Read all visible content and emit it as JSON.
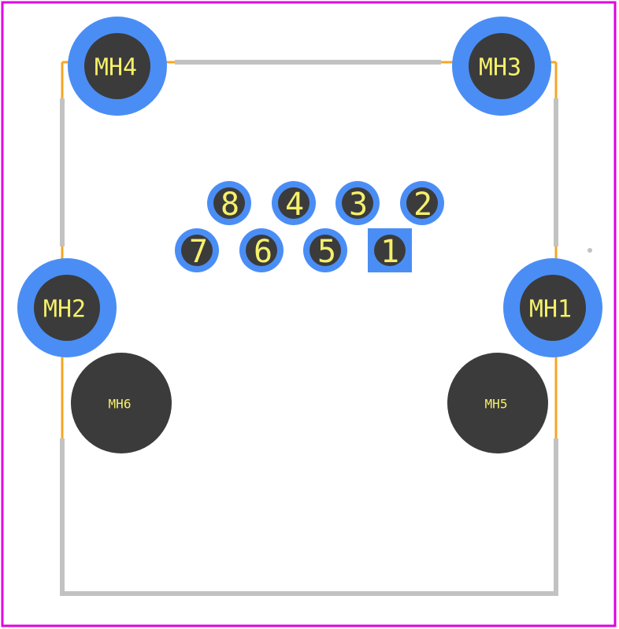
{
  "colors": {
    "background": "#ffffff",
    "board_outline": "#e000e0",
    "silkscreen": "#c2c2c2",
    "courtyard": "#f5a623",
    "pad_copper": "#4a8ef5",
    "drill_hole": "#3b3b3b",
    "label_text": "#f5f06a"
  },
  "mounting_holes": [
    {
      "id": "MH4",
      "label": "MH4",
      "kind": "plated"
    },
    {
      "id": "MH3",
      "label": "MH3",
      "kind": "plated"
    },
    {
      "id": "MH2",
      "label": "MH2",
      "kind": "plated"
    },
    {
      "id": "MH1",
      "label": "MH1",
      "kind": "plated"
    },
    {
      "id": "MH6",
      "label": "MH6",
      "kind": "non-plated"
    },
    {
      "id": "MH5",
      "label": "MH5",
      "kind": "non-plated"
    }
  ],
  "pins": [
    {
      "number": "8",
      "shape": "round"
    },
    {
      "number": "4",
      "shape": "round"
    },
    {
      "number": "3",
      "shape": "round"
    },
    {
      "number": "2",
      "shape": "round"
    },
    {
      "number": "7",
      "shape": "round"
    },
    {
      "number": "6",
      "shape": "round"
    },
    {
      "number": "5",
      "shape": "round"
    },
    {
      "number": "1",
      "shape": "square"
    }
  ]
}
